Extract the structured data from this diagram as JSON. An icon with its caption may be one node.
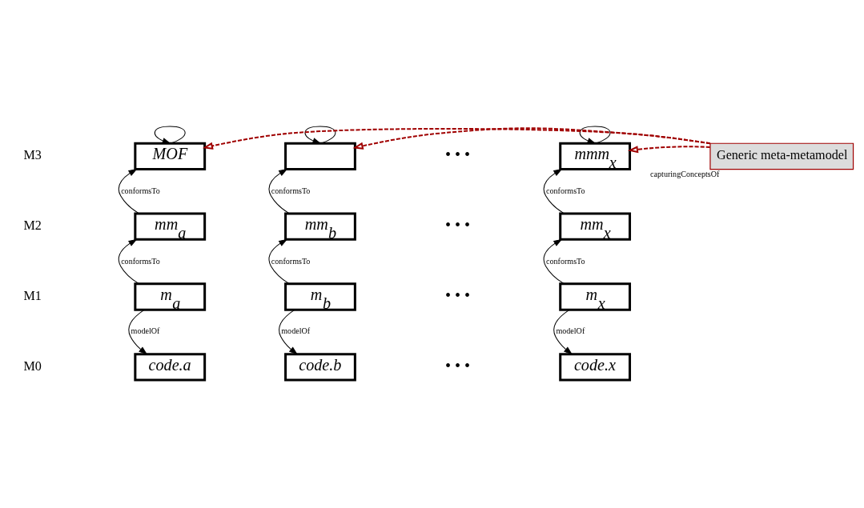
{
  "diagram": {
    "nodes": [
      {
        "text": [
          "MOF"
        ]
      },
      {
        "text": [],
        "shape": "box"
      },
      {
        "text": [
          "mmm$_{x}$"
        ]
      },
      {
        "text": [
          "Generic meta-metamodel"
        ]
      },
      {
        "text": [
          "mm$_{a}$"
        ]
      },
      {
        "text": [
          "mm$_{b}$"
        ]
      },
      {
        "text": [
          "mm$_{x}$"
        ]
      },
      {
        "text": [
          "m$_{a}$"
        ]
      },
      {
        "text": [
          "m$_{b}$"
        ]
      },
      {
        "text": [
          "m$_{x}$"
        ]
      },
      {
        "text": [
          "code.a"
        ]
      },
      {
        "text": [
          "code.b"
        ]
      },
      {
        "text": [
          "code.x"
        ]
      }
    ],
    "edges": [
      {
        "from": 0,
        "to": 0,
        "arrow": "to"
      },
      {
        "from": 1,
        "to": 1,
        "arrow": "to"
      },
      {
        "from": 2,
        "to": 2,
        "arrow": "to"
      },
      {
        "from": 3,
        "to": 0,
        "arrow": "to",
        "label": "capturingConceptsOf",
        "style": "dashed",
        "color": "#a00000"
      },
      {
        "from": 3,
        "to": 1,
        "arrow": "to",
        "style": "dashed",
        "color": "#a00000"
      },
      {
        "from": 3,
        "to": 2,
        "arrow": "to",
        "style": "dashed",
        "color": "#a00000"
      },
      {
        "from": 4,
        "to": 0,
        "arrow": "to",
        "label": "conformsTo"
      },
      {
        "from": 5,
        "to": 1,
        "arrow": "to",
        "label": "conformsTo"
      },
      {
        "from": 6,
        "to": 2,
        "arrow": "to",
        "label": "conformsTo"
      },
      {
        "from": 7,
        "to": 4,
        "arrow": "to",
        "label": "conformsTo"
      },
      {
        "from": 8,
        "to": 5,
        "arrow": "to",
        "label": "conformsTo"
      },
      {
        "from": 9,
        "to": 6,
        "arrow": "to",
        "label": "conformsTo"
      },
      {
        "from": 7,
        "to": 10,
        "arrow": "to",
        "label": "modelOf"
      },
      {
        "from": 8,
        "to": 11,
        "arrow": "to",
        "label": "modelOf"
      },
      {
        "from": 9,
        "to": 12,
        "arrow": "to",
        "label": "modelOf"
      }
    ],
    "labels": [
      "M3",
      "• • •",
      "M2",
      "• • •",
      "M1",
      "• • •",
      "M0",
      "• • •"
    ]
  }
}
